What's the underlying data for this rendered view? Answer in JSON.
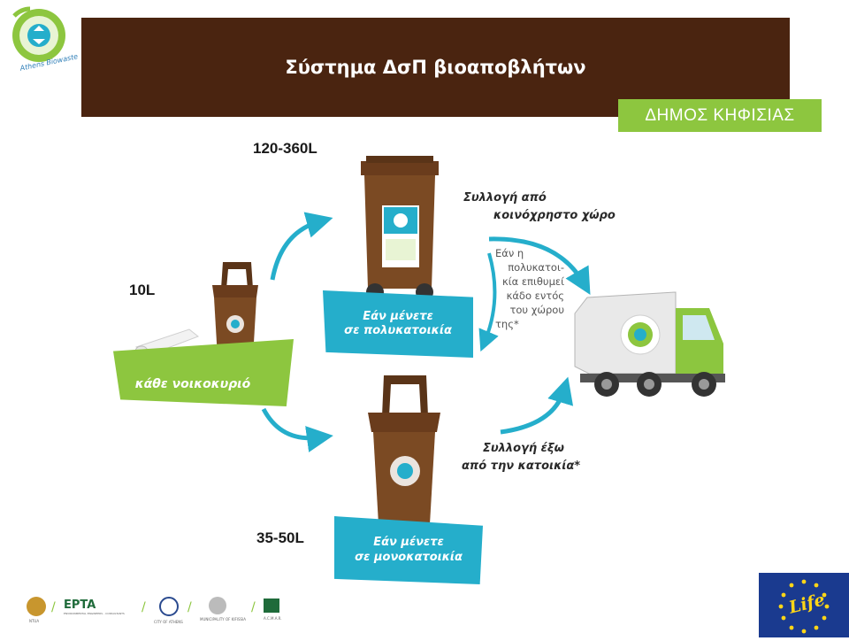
{
  "header": {
    "title": "Σύστημα ΔσΠ βιοαποβλήτων",
    "municipality": "ΔΗΜΟΣ ΚΗΦΙΣΙΑΣ",
    "logo_text": "Athens Biowaste"
  },
  "capacities": {
    "small": "10L",
    "large": "120-360L",
    "medium": "35-50L"
  },
  "ribbons": {
    "household": "κάθε νοικοκυριό",
    "apartment_line1": "Εάν μένετε",
    "apartment_line2": "σε πολυκατοικία",
    "house_line1": "Εάν μένετε",
    "house_line2": "σε μονοκατοικία"
  },
  "collection": {
    "common_line1": "Συλλογή από",
    "common_line2": "κοινόχρηστο χώρο",
    "outside_line1": "Συλλογή έξω",
    "outside_line2": "από την κατοικία*",
    "note_lines": [
      "Εάν η",
      "πολυκατοι-",
      "κία επιθυμεί",
      "κάδο εντός",
      "του χώρου",
      "της*"
    ]
  },
  "footer": {
    "partners": [
      {
        "name": "NTUA"
      },
      {
        "name": "EPTA",
        "caption": "ENVIRONMENTAL ENGINEERS - CONSULTANTS"
      },
      {
        "name": "CITY OF ATHENS"
      },
      {
        "name": "MUNICIPALITY OF KIFISSIA"
      },
      {
        "name": "A.C.M.A.R."
      }
    ],
    "life": "Life"
  },
  "colors": {
    "banner": "#4a2410",
    "green": "#8dc63f",
    "cyan": "#25aecb",
    "bin_brown": "#7b4a23",
    "truck_green": "#8cc63f"
  }
}
